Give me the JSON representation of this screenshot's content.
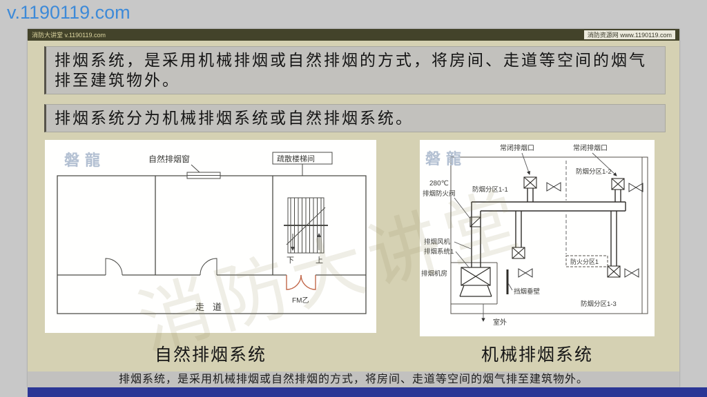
{
  "page": {
    "site_link": "v.1190119.com",
    "colors": {
      "accent_blue": "#3d8ad8",
      "slide_background": "#d5d1b3",
      "header_bar": "#43432a",
      "textbox_gray": "#c2c1bd",
      "bottom_bar_blue": "#2b3695",
      "door_orange": "#c2684a"
    }
  },
  "slide": {
    "header_left": "消防大讲堂 v.1190119.com",
    "header_right": "消防资源网  www.1190119.com",
    "intro_box": "排烟系统，是采用机械排烟或自然排烟的方式，将房间、走道等空间的烟气排至建筑物外。",
    "types_box": "排烟系统分为机械排烟系统或自然排烟系统。",
    "caption_left": "自然排烟系统",
    "caption_right": "机械排烟系统",
    "footer_note": "排烟系统，是采用机械排烟或自然排烟的方式，将房间、走道等空间的烟气排至建筑物外。",
    "watermark_diagonal": "消防大讲堂",
    "panel_watermark": "磐龍"
  },
  "natural_diagram": {
    "labels": {
      "vent_window": "自然排烟窗",
      "stairwell": "疏散楼梯间",
      "down": "下",
      "up": "上",
      "door_code": "FM乙",
      "corridor": "走道"
    }
  },
  "mechanical_diagram": {
    "labels": {
      "outlet_left": "常闭排烟口",
      "outlet_right": "常闭排烟口",
      "temperature": "280℃",
      "fire_damper": "排烟防火阀",
      "smoke_zone_1_1": "防烟分区1-1",
      "smoke_zone_1_2": "防烟分区1-2",
      "smoke_zone_1_3": "防烟分区1-3",
      "fan": "排烟风机",
      "system": "排烟系统1",
      "fan_room": "排烟机房",
      "smoke_curtain": "挡烟垂壁",
      "fire_zone": "防火分区1",
      "outdoor": "室外"
    }
  }
}
